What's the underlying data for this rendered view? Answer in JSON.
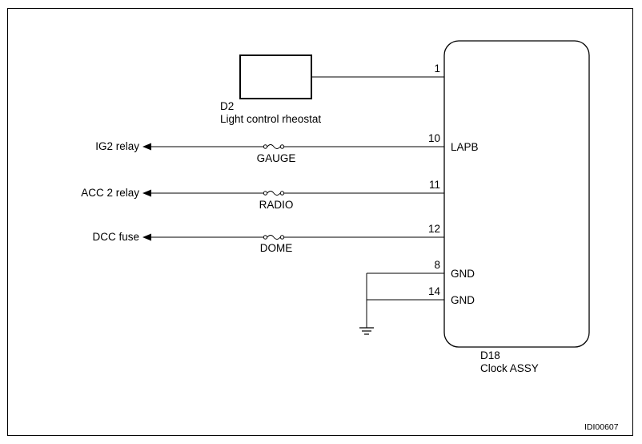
{
  "d2": {
    "code": "D2",
    "name": "Light control rheostat"
  },
  "d18": {
    "code": "D18",
    "name": "Clock ASSY"
  },
  "pins": {
    "p1": "1",
    "p10": "10",
    "p11": "11",
    "p12": "12",
    "p8": "8",
    "p14": "14"
  },
  "pin_labels": {
    "lapb": "LAPB",
    "gnd8": "GND",
    "gnd14": "GND"
  },
  "circuits": [
    {
      "dest": "IG2 relay",
      "fuse": "GAUGE"
    },
    {
      "dest": "ACC 2 relay",
      "fuse": "RADIO"
    },
    {
      "dest": "DCC fuse",
      "fuse": "DOME"
    }
  ],
  "figure_id": "IDI00607"
}
